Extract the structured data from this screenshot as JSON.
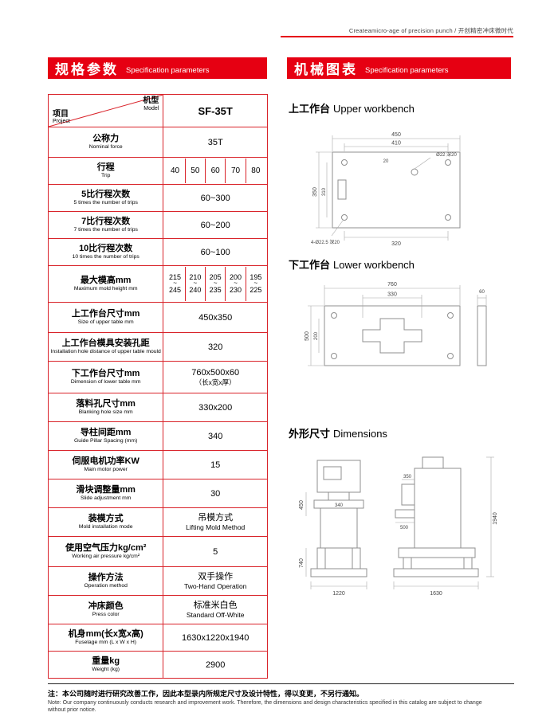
{
  "colors": {
    "accent": "#e60012",
    "table_border": "#d9232a"
  },
  "header": {
    "tagline": "Createamicro-age of precision punch / 开创精密冲床微时代"
  },
  "left": {
    "title_zh": "规格参数",
    "title_en": "Specification parameters",
    "table": {
      "head": {
        "project_zh": "项目",
        "project_en": "Project",
        "model_zh": "机型",
        "model_en": "Model",
        "model_value": "SF-35T"
      },
      "rows": {
        "nominal": {
          "zh": "公称力",
          "en": "Nominal force",
          "value": "35T"
        },
        "trip": {
          "zh": "行程",
          "en": "Trip",
          "values": [
            "40",
            "50",
            "60",
            "70",
            "80"
          ]
        },
        "trips5": {
          "zh": "5比行程次数",
          "en": "5 times the number of trips",
          "value": "60~300"
        },
        "trips7": {
          "zh": "7比行程次数",
          "en": "7 times the number of trips",
          "value": "60~200"
        },
        "trips10": {
          "zh": "10比行程次数",
          "en": "10 times the number of trips",
          "value": "60~100"
        },
        "mold_height": {
          "zh": "最大模高mm",
          "en": "Maximum mold height mm",
          "tilde": "~",
          "tops": [
            "215",
            "210",
            "205",
            "200",
            "195"
          ],
          "bottoms": [
            "245",
            "240",
            "235",
            "230",
            "225"
          ]
        },
        "upper_table": {
          "zh": "上工作台尺寸mm",
          "en": "Size of upper table mm",
          "value": "450x350"
        },
        "hole_distance": {
          "zh": "上工作台模具安装孔距",
          "en": "Installation hole distance of upper table mould",
          "value": "320"
        },
        "lower_table": {
          "zh": "下工作台尺寸mm",
          "en": "Dimension of lower table mm",
          "value": "760x500x60",
          "value_sub": "（长x宽x厚）"
        },
        "blanking": {
          "zh": "落料孔尺寸mm",
          "en": "Blanking hole size mm",
          "value": "330x200"
        },
        "pillar": {
          "zh": "导柱间距mm",
          "en": "Guide Pillar Spacing (mm)",
          "value": "340"
        },
        "motor": {
          "zh": "伺服电机功率KW",
          "en": "Main motor power",
          "value": "15"
        },
        "slide": {
          "zh": "滑块调整量mm",
          "en": "Slide adjustment mm",
          "value": "30"
        },
        "mold_mode": {
          "zh": "装模方式",
          "en": "Mold installation mode",
          "value_zh": "吊模方式",
          "value_en": "Lifting Mold Method"
        },
        "air": {
          "zh": "使用空气压力kg/cm²",
          "en": "Working air pressure kg/cm²",
          "value": "5"
        },
        "operation": {
          "zh": "操作方法",
          "en": "Operation method",
          "value_zh": "双手操作",
          "value_en": "Two-Hand Operation"
        },
        "color": {
          "zh": "冲床颜色",
          "en": "Press color",
          "value_zh": "标准米白色",
          "value_en": "Standard Off-White"
        },
        "fuselage": {
          "zh": "机身mm(长x宽x高)",
          "en": "Fuselage mm (L x W x H)",
          "value": "1630x1220x1940"
        },
        "weight": {
          "zh": "重量kg",
          "en": "Weight (kg)",
          "value": "2900"
        }
      }
    }
  },
  "right": {
    "title_zh": "机械图表",
    "title_en": "Specification parameters",
    "upper": {
      "heading_zh": "上工作台",
      "heading_en": "Upper workbench",
      "labels": {
        "w450": "450",
        "w410": "410",
        "off20": "20",
        "hole1": "Ø22 深20",
        "hole4": "4-Ø22.5 深20",
        "h350": "350",
        "h310": "310",
        "b320": "320"
      }
    },
    "lower": {
      "heading_zh": "下工作台",
      "heading_en": "Lower workbench",
      "labels": {
        "w760": "760",
        "w330": "330",
        "h500": "500",
        "h200": "200",
        "t60": "60"
      }
    },
    "dims": {
      "heading_zh": "外形尺寸",
      "heading_en": "Dimensions",
      "labels": {
        "front_450": "450",
        "front_340": "340",
        "front_740": "740",
        "front_1220": "1220",
        "side_350": "350",
        "side_500": "500",
        "side_1940": "1940",
        "side_1630": "1630"
      }
    }
  },
  "footer": {
    "note_zh": "注：本公司随时进行研究改善工作，因此本型录内所规定尺寸及设计特性，得以变更，不另行通知。",
    "note_en": "Note: Our company continuously conducts research and improvement work. Therefore, the dimensions and design characteristics specified in this catalog are subject to change without prior notice."
  }
}
